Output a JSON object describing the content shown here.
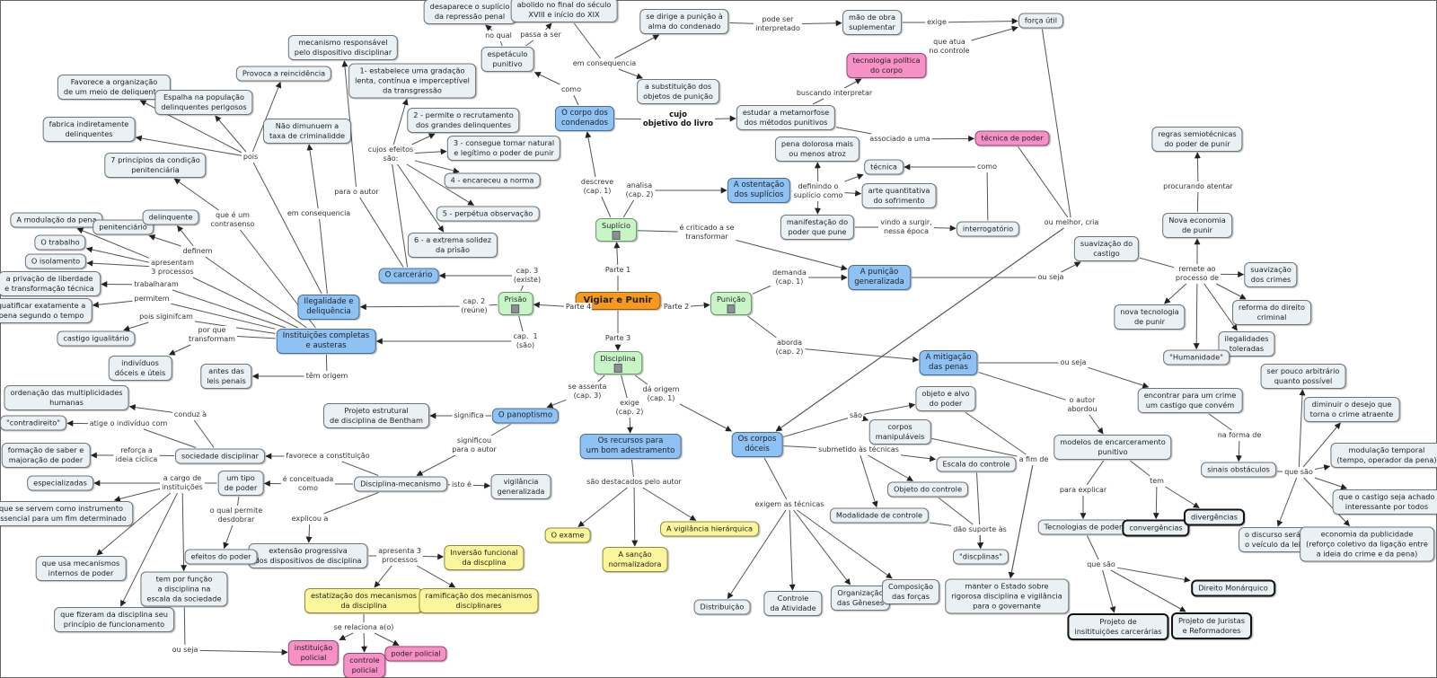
{
  "title": "Vigiar e Punir",
  "colors": {
    "root": "#f7981f",
    "part": "#c8f5c6",
    "concept": "#8ec2f5",
    "detail": "#eaf1f5",
    "highlight_pink": "#f690c6",
    "highlight_yellow": "#fbf59b",
    "edge": "#555555"
  },
  "nodes": {
    "root": "Vigiar e Punir",
    "suplicio": "Suplício",
    "punicao": "Punição",
    "disciplina": "Disciplina",
    "prisao": "Prisão",
    "corpo_condenados": "O corpo dos\ncondenados",
    "espetaculo": "espetáculo\npunitivo",
    "desaparece": "desaparece o suplício\nda repressão penal",
    "abolido": "abolido no final do século\nXVIII e início do XIX",
    "alma": "se dirige a punição à\nalma do condenado",
    "substituicao": "a substituição dos\nobjetos de punição",
    "mao_obra": "mão de obra\nsuplementar",
    "forca_util": "força útil",
    "tecnologia_politica": "tecnologia política\ndo corpo",
    "estudar": "estudar a metamorfose\ndos métodos punitivos",
    "tecnica_poder": "técnica de poder",
    "pena_dolorosa": "pena dolorosa mais\nou menos atroz",
    "tecnica": "técnica",
    "ostentacao": "A ostentação\ndos suplícios",
    "arte_quant": "arte quantitativa\ndo sofrimento",
    "manifestacao": "manifestação do\npoder que pune",
    "interrogatorio": "interrogatório",
    "punicao_generalizada": "A punição\ngeneralizada",
    "suavizacao_castigo": "suavização do\ncastigo",
    "regras_semio": "regras semiotécnicas\ndo poder de punir",
    "nova_economia": "Nova economia\nde punir",
    "suavizacao_crimes": "suavização\ndos crimes",
    "nova_tecnologia": "nova tecnologia\nde punir",
    "reforma": "reforma do direito\ncriminal",
    "ilegalidades_toleradas": "ilegalidades\ntoleradas",
    "humanidade": "\"Humanidade\"",
    "mitigacao": "A mitigação\ndas penas",
    "encontrar": "encontrar para um crime\num castigo que convém",
    "sinais": "sinais obstáculos",
    "pouco_arbitrario": "ser pouco arbitrário\nquanto possível",
    "diminuir_desejo": "diminuir o desejo que\ntorna o crime atraente",
    "modulacao_temporal": "modulação temporal\n(tempo, operador da pena)",
    "castigo_interessante": "que o castigo seja achado\ninteressante por todos",
    "discurso": "o discurso será\no veículo da lei",
    "economia_publicidade": "economia da publicidade\n(reforço coletivo da ligação entre\na ideia do crime e da pena)",
    "modelos": "modelos de encarceramento\npunitivo",
    "tecnologias_poder": "Tecnologias de poder",
    "convergencias": "convergências",
    "divergencias": "divergências",
    "direito_monarquico": "Direito Monárquico",
    "projeto_inst": "Projeto de\ninsitituições carcerárias",
    "projeto_juristas": "Projeto de Juristas\ne Reformadores",
    "corpos_doceis": "Os corpos\ndóceis",
    "objeto_alvo": "objeto e alvo\ndo poder",
    "corpos_manip": "corpos\nmanipuláveis",
    "escala_controle": "Escala do controle",
    "objeto_controle": "Objeto do controle",
    "modalidade_controle": "Modalidade de controle",
    "disciplinas_q": "\"discplinas\"",
    "manter_estado": "manter o Estado sobre\nrigorosa disciplina e vigilância\npara o governante",
    "distribuicao": "Distribuição",
    "controle_atividade": "Controle\nda Atividade",
    "organizacao_geneses": "Organização\ndas Gêneses",
    "composicao_forcas": "Composição\ndas forças",
    "recursos": "Os recursos para\num bom adestramento",
    "exame": "O exame",
    "sancao": "A sanção\nnormalizadora",
    "vigilancia_hier": "A vigilância hierárquica",
    "panoptismo": "O panoptismo",
    "bentham": "Projeto estrutural\nde disciplina de Bentham",
    "disc_mecanismo": "Disciplina-mecanismo",
    "vigilancia_gen": "vigilância\ngeneralizada",
    "extensao": "extensão progressiva\ndos dispositivos de disciplina",
    "inversao": "Inversão funcional\nda discplina",
    "estatizacao": "estatização dos mecanismos\nda disciplina",
    "ramificacao": "ramificação dos mecanismos\ndisciplinares",
    "instituicao_policial": "instituição\npolicial",
    "controle_policial": "controle\npolicial",
    "poder_policial": "poder policial",
    "sociedade_disc": "sociedade disciplinar",
    "ordenacao": "ordenação das multiplicidades\nhumanas",
    "contradireito": "\"contradireito\"",
    "formacao_saber": "formação de saber e\nmajoração de poder",
    "tipo_poder": "um tipo\nde poder",
    "especializadas": "especializadas",
    "instrumento": "que se servem como instrumento\nessencial para um fim determinado",
    "mecanismos_internos": "que usa mecanismos\ninternos de poder",
    "fizeram": "que fizeram da disciplina seu\nprincípio de funcionamento",
    "tem_funcao": "tem por função\na disciplina na\nescala da sociedade",
    "efeitos_poder": "efeitos do poder",
    "carcerario": "O carcerário",
    "efeito1": "1- estabelece uma gradação\nlenta, contínua e imperceptível\nda transgressão",
    "efeito2": "2 - permite o recrutamento\ndos grandes delinquentes",
    "efeito3": "3 - consegue tornar natural\ne legítimo o poder de punir",
    "efeito4": "4 - encareceu a norma",
    "efeito5": "5 - perpétua observação",
    "efeito6": "6 - a extrema solidez\nda prisão",
    "mecanismo_resp": "mecanismo responsável\npelo dispositivo disciplinar",
    "ilegalidade": "Ilegalidade e\ndeliquência",
    "instituicoes": "Instituições completas\ne austeras",
    "reincidencia": "Provoca a reincidência",
    "favorece_org": "Favorece a organização\nde um meio de deliquentes",
    "espalha": "Espalha na população\ndelinquentes perigosos",
    "fabrica": "fabrica indiretamente\ndelinquentes",
    "nao_diminuem": "Não dimunuem a\ntaxa de criminalidde",
    "sete_principios": "7 princípios da condição\npenitenciária",
    "modulacao_pena": "A modulação da pena",
    "penitenciario": "penitenciário",
    "delinquente": "delinquente",
    "trabalho": "O trabalho",
    "isolamento": "O isolamento",
    "privacao": "a privação de liberdade\ne transformação técnica",
    "quatificar": "quatificar exatamente a\npena segundo o tempo",
    "castigo_igual": "castigo igualitário",
    "individuos": "indivíduos\ndóceis e úteis",
    "antes_leis": "antes das\nleis penais"
  },
  "link_labels": {
    "parte1": "Parte 1",
    "parte2": "Parte 2",
    "parte3": "Parte 3",
    "parte4": "Parte 4",
    "descreve": "descreve\n(cap. 1)",
    "analisa": "analisa\n(cap. 2)",
    "criticado": "é criticado a se\ntransformar",
    "como1": "como",
    "no_qual": "no qual",
    "passa_ser": "passa a ser",
    "em_consequencia1": "em consequencia",
    "pode_ser": "pode ser\ninterpretado",
    "exige": "exige",
    "que_atua": "que atua\nno controle",
    "cujo_objetivo": "cujo\nobjetivo do livro",
    "buscando": "buscando interpretar",
    "associado": "associado a uma",
    "definindo": "definindo o\nsuplício como",
    "vindo": "vindo a surgir,\nnessa época",
    "como2": "como",
    "ou_melhor": "ou melhor, cria",
    "demanda": "demanda\n(cap. 1)",
    "aborda": "aborda\n(cap. 2)",
    "ou_seja1": "ou seja",
    "procurando": "procurando atentar",
    "remete": "remete ao\nprocesso de",
    "ou_seja2": "ou seja",
    "o_autor_abordou": "o autor\nabordou",
    "na_forma": "na forma de",
    "que_sao1": "que são",
    "para_explicar": "para explicar",
    "tem": "tem",
    "que_sao2": "que são",
    "da_origem": "dá origem\n(cap. 1)",
    "exige_cap2": "exige\n(cap. 2)",
    "se_assenta": "se assenta\n(cap. 3)",
    "sao": "são",
    "submetido": "submetido às técnicas",
    "a_fim": "a fim de",
    "dao_suporte": "dão suporte às",
    "exigem": "exigem as técnicas",
    "destacados": "são destacados pelo autor",
    "significa": "significa",
    "significou": "significou\npara o autor",
    "isto_e": "isto é",
    "favorece_const": "favorece a constituição",
    "e_conceituada": "é conceituada\ncomo",
    "explicou": "explicou a",
    "apresenta3": "apresenta 3\nprocessos",
    "se_relaciona": "se relaciona a(o)",
    "conduz": "conduz à",
    "atige": "atige o indivíduo com",
    "reforca": "reforça a\nideia cíclica",
    "a_cargo": "a cargo de\ninstituições",
    "o_qual": "o qual permite\ndesdobrar",
    "ou_seja3": "ou seja",
    "cap3_existe": "cap. 3\n(existe)",
    "cap2_reune": "cap. 2\n(reúne)",
    "cap1_sao": "cap.  1\n(são)",
    "cujos_efeitos": "cujos efeitos\nsão:",
    "para_autor": "para o autor",
    "em_consequencia2": "em consequencia",
    "pois": "pois",
    "que_contrasenso": "que é um\ncontrasenso",
    "definem": "definem",
    "apresentam": "apresentam\n3 processos",
    "trabalharam": "trabalharam",
    "permitem": "permitem",
    "pois_significam": "pois siginifcam",
    "por_que": "por que\ntransformam",
    "tem_origem": "têm origem"
  },
  "links": [
    [
      "root",
      "parte1",
      "suplicio"
    ],
    [
      "root",
      "parte2",
      "punicao"
    ],
    [
      "root",
      "parte3",
      "disciplina"
    ],
    [
      "root",
      "parte4",
      "prisao"
    ],
    [
      "suplicio",
      "descreve",
      "corpo_condenados"
    ],
    [
      "suplicio",
      "analisa",
      "ostentacao"
    ],
    [
      "suplicio",
      "criticado",
      "punicao_generalizada"
    ],
    [
      "corpo_condenados",
      "como1",
      "espetaculo"
    ],
    [
      "espetaculo",
      "no_qual",
      "desaparece"
    ],
    [
      "espetaculo",
      "passa_ser",
      "abolido"
    ],
    [
      "abolido",
      "em_consequencia1",
      "alma"
    ],
    [
      "abolido",
      "em_consequencia1",
      "substituicao"
    ],
    [
      "alma",
      "pode_ser",
      "mao_obra"
    ],
    [
      "mao_obra",
      "exige",
      "forca_util"
    ],
    [
      "tecnologia_politica",
      "que_atua",
      "forca_util"
    ],
    [
      "corpo_condenados",
      "cujo_objetivo",
      "estudar"
    ],
    [
      "estudar",
      "buscando",
      "tecnologia_politica"
    ],
    [
      "estudar",
      "associado",
      "tecnica_poder"
    ],
    [
      "ostentacao",
      "definindo",
      "pena_dolorosa"
    ],
    [
      "ostentacao",
      "definindo",
      "tecnica"
    ],
    [
      "ostentacao",
      "definindo",
      "arte_quant"
    ],
    [
      "ostentacao",
      "definindo",
      "manifestacao"
    ],
    [
      "manifestacao",
      "vindo",
      "interrogatorio"
    ],
    [
      "interrogatorio",
      "como2",
      "tecnica"
    ],
    [
      "forca_util",
      "ou_melhor",
      "corpos_doceis"
    ],
    [
      "tecnica_poder",
      "ou_melhor",
      "corpos_doceis"
    ],
    [
      "punicao",
      "demanda",
      "punicao_generalizada"
    ],
    [
      "punicao",
      "aborda",
      "mitigacao"
    ],
    [
      "punicao_generalizada",
      "ou_seja1",
      "suavizacao_castigo"
    ],
    [
      "suavizacao_castigo",
      "remete",
      "nova_economia"
    ],
    [
      "suavizacao_castigo",
      "remete",
      "suavizacao_crimes"
    ],
    [
      "suavizacao_castigo",
      "remete",
      "nova_tecnologia"
    ],
    [
      "suavizacao_castigo",
      "remete",
      "reforma"
    ],
    [
      "suavizacao_castigo",
      "remete",
      "ilegalidades_toleradas"
    ],
    [
      "suavizacao_castigo",
      "remete",
      "humanidade"
    ],
    [
      "nova_economia",
      "procurando",
      "regras_semio"
    ],
    [
      "mitigacao",
      "ou_seja2",
      "encontrar"
    ],
    [
      "mitigacao",
      "o_autor_abordou",
      "modelos"
    ],
    [
      "encontrar",
      "na_forma",
      "sinais"
    ],
    [
      "sinais",
      "que_sao1",
      "pouco_arbitrario"
    ],
    [
      "sinais",
      "que_sao1",
      "diminuir_desejo"
    ],
    [
      "sinais",
      "que_sao1",
      "modulacao_temporal"
    ],
    [
      "sinais",
      "que_sao1",
      "castigo_interessante"
    ],
    [
      "sinais",
      "que_sao1",
      "discurso"
    ],
    [
      "sinais",
      "que_sao1",
      "economia_publicidade"
    ],
    [
      "modelos",
      "para_explicar",
      "tecnologias_poder"
    ],
    [
      "modelos",
      "tem",
      "convergencias"
    ],
    [
      "modelos",
      "tem",
      "divergencias"
    ],
    [
      "tecnologias_poder",
      "que_sao2",
      "direito_monarquico"
    ],
    [
      "tecnologias_poder",
      "que_sao2",
      "projeto_inst"
    ],
    [
      "tecnologias_poder",
      "que_sao2",
      "projeto_juristas"
    ],
    [
      "disciplina",
      "da_origem",
      "corpos_doceis"
    ],
    [
      "disciplina",
      "exige_cap2",
      "recursos"
    ],
    [
      "disciplina",
      "se_assenta",
      "panoptismo"
    ],
    [
      "corpos_doceis",
      "sao",
      "objeto_alvo"
    ],
    [
      "corpos_doceis",
      "sao",
      "corpos_manip"
    ],
    [
      "corpos_doceis",
      "submetido",
      "escala_controle"
    ],
    [
      "corpos_doceis",
      "submetido",
      "objeto_controle"
    ],
    [
      "corpos_doceis",
      "submetido",
      "modalidade_controle"
    ],
    [
      "objeto_alvo",
      "a_fim",
      "manter_estado"
    ],
    [
      "corpos_manip",
      "a_fim",
      "manter_estado"
    ],
    [
      "escala_controle",
      "dao_suporte",
      "disciplinas_q"
    ],
    [
      "objeto_controle",
      "dao_suporte",
      "disciplinas_q"
    ],
    [
      "modalidade_controle",
      "dao_suporte",
      "disciplinas_q"
    ],
    [
      "corpos_doceis",
      "exigem",
      "distribuicao"
    ],
    [
      "corpos_doceis",
      "exigem",
      "controle_atividade"
    ],
    [
      "corpos_doceis",
      "exigem",
      "organizacao_geneses"
    ],
    [
      "corpos_doceis",
      "exigem",
      "composicao_forcas"
    ],
    [
      "recursos",
      "destacados",
      "exame"
    ],
    [
      "recursos",
      "destacados",
      "sancao"
    ],
    [
      "recursos",
      "destacados",
      "vigilancia_hier"
    ],
    [
      "panoptismo",
      "significa",
      "bentham"
    ],
    [
      "panoptismo",
      "significou",
      "disc_mecanismo"
    ],
    [
      "disc_mecanismo",
      "isto_e",
      "vigilancia_gen"
    ],
    [
      "disc_mecanismo",
      "favorece_const",
      "sociedade_disc"
    ],
    [
      "disc_mecanismo",
      "e_conceituada",
      "tipo_poder"
    ],
    [
      "disc_mecanismo",
      "explicou",
      "extensao"
    ],
    [
      "extensao",
      "apresenta3",
      "inversao"
    ],
    [
      "extensao",
      "apresenta3",
      "estatizacao"
    ],
    [
      "extensao",
      "apresenta3",
      "ramificacao"
    ],
    [
      "estatizacao",
      "se_relaciona",
      "instituicao_policial"
    ],
    [
      "estatizacao",
      "se_relaciona",
      "controle_policial"
    ],
    [
      "estatizacao",
      "se_relaciona",
      "poder_policial"
    ],
    [
      "sociedade_disc",
      "conduz",
      "ordenacao"
    ],
    [
      "sociedade_disc",
      "atige",
      "contradireito"
    ],
    [
      "sociedade_disc",
      "reforca",
      "formacao_saber"
    ],
    [
      "tipo_poder",
      "a_cargo",
      "especializadas"
    ],
    [
      "tipo_poder",
      "a_cargo",
      "instrumento"
    ],
    [
      "tipo_poder",
      "a_cargo",
      "mecanismos_internos"
    ],
    [
      "tipo_poder",
      "a_cargo",
      "fizeram"
    ],
    [
      "tipo_poder",
      "a_cargo",
      "tem_funcao"
    ],
    [
      "tipo_poder",
      "o_qual",
      "efeitos_poder"
    ],
    [
      "tem_funcao",
      "ou_seja3",
      "instituicao_policial"
    ],
    [
      "prisao",
      "cap3_existe",
      "carcerario"
    ],
    [
      "prisao",
      "cap2_reune",
      "ilegalidade"
    ],
    [
      "prisao",
      "cap1_sao",
      "instituicoes"
    ],
    [
      "carcerario",
      "cujos_efeitos",
      "efeito1"
    ],
    [
      "carcerario",
      "cujos_efeitos",
      "efeito2"
    ],
    [
      "carcerario",
      "cujos_efeitos",
      "efeito3"
    ],
    [
      "carcerario",
      "cujos_efeitos",
      "efeito4"
    ],
    [
      "carcerario",
      "cujos_efeitos",
      "efeito5"
    ],
    [
      "carcerario",
      "cujos_efeitos",
      "efeito6"
    ],
    [
      "carcerario",
      "para_autor",
      "mecanismo_resp"
    ],
    [
      "ilegalidade",
      "em_consequencia2",
      "nao_diminuem"
    ],
    [
      "ilegalidade",
      "pois",
      "reincidencia"
    ],
    [
      "ilegalidade",
      "pois",
      "favorece_org"
    ],
    [
      "ilegalidade",
      "pois",
      "espalha"
    ],
    [
      "ilegalidade",
      "pois",
      "fabrica"
    ],
    [
      "instituicoes",
      "que_contrasenso",
      "sete_principios"
    ],
    [
      "instituicoes",
      "definem",
      "delinquente"
    ],
    [
      "instituicoes",
      "definem",
      "penitenciario"
    ],
    [
      "instituicoes",
      "apresentam",
      "modulacao_pena"
    ],
    [
      "instituicoes",
      "apresentam",
      "trabalho"
    ],
    [
      "instituicoes",
      "apresentam",
      "isolamento"
    ],
    [
      "instituicoes",
      "trabalharam",
      "privacao"
    ],
    [
      "instituicoes",
      "permitem",
      "quatificar"
    ],
    [
      "instituicoes",
      "pois_significam",
      "castigo_igual"
    ],
    [
      "instituicoes",
      "por_que",
      "individuos"
    ],
    [
      "instituicoes",
      "tem_origem",
      "antes_leis"
    ]
  ]
}
